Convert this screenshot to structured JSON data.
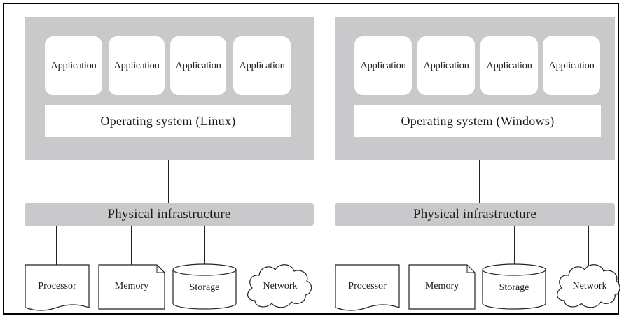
{
  "left": {
    "apps": [
      "Application",
      "Application",
      "Application",
      "Application"
    ],
    "os": "Operating system (Linux)",
    "infrastructure": "Physical infrastructure",
    "resources": [
      "Processor",
      "Memory",
      "Storage",
      "Network"
    ]
  },
  "right": {
    "apps": [
      "Application",
      "Application",
      "Application",
      "Application"
    ],
    "os": "Operating system (Windows)",
    "infrastructure": "Physical infrastructure",
    "resources": [
      "Processor",
      "Memory",
      "Storage",
      "Network"
    ]
  }
}
